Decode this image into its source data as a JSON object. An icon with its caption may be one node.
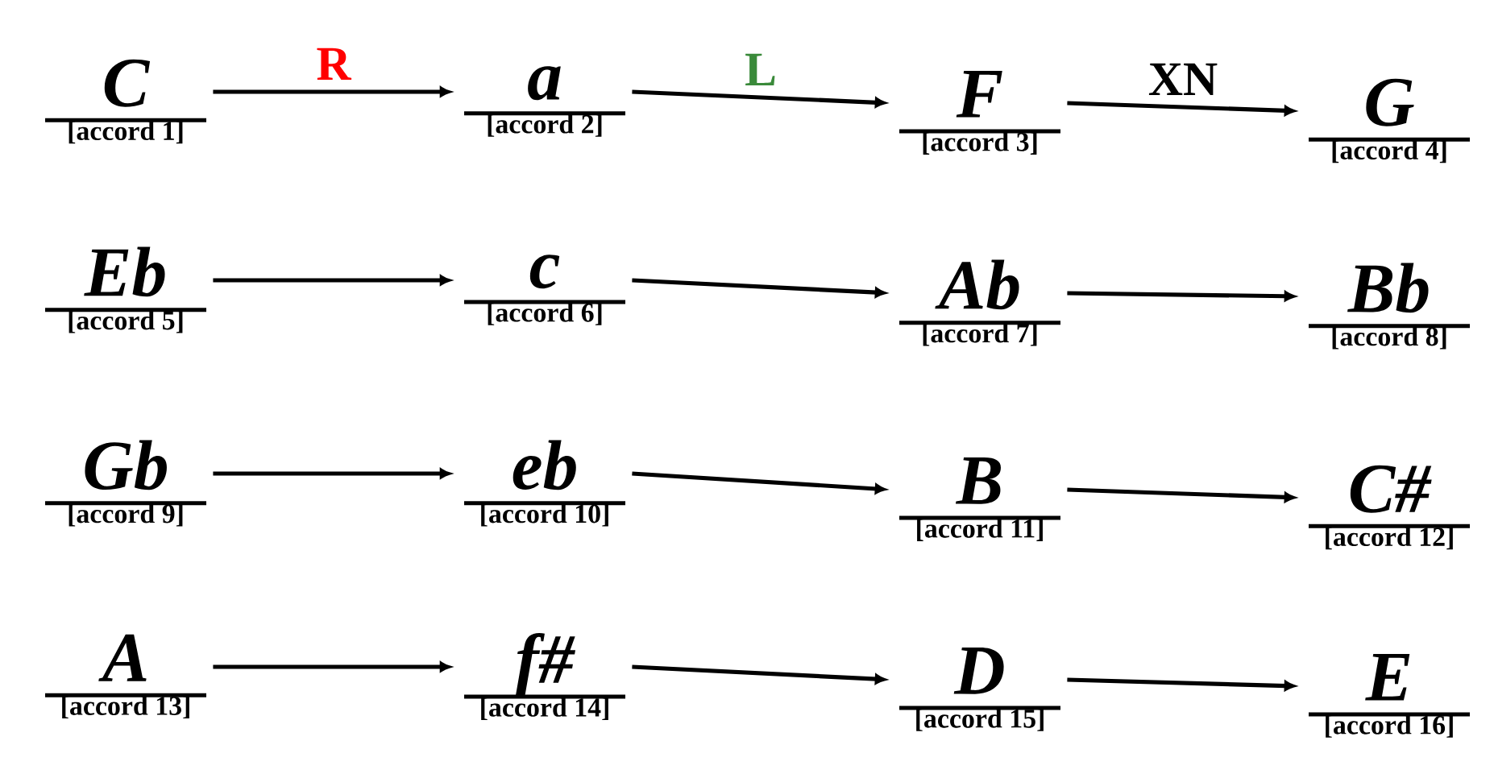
{
  "diagram": {
    "nodes": [
      {
        "text": [
          "C",
          "[accord 1]"
        ]
      },
      {
        "text": [
          "a",
          "[accord 2]"
        ]
      },
      {
        "text": [
          "F",
          "[accord 3]"
        ]
      },
      {
        "text": [
          "G",
          "[accord 4]"
        ]
      },
      {
        "text": [
          "Eb",
          "[accord 5]"
        ]
      },
      {
        "text": [
          "c",
          "[accord 6]"
        ]
      },
      {
        "text": [
          "Ab",
          "[accord 7]"
        ]
      },
      {
        "text": [
          "Bb",
          "[accord 8]"
        ]
      },
      {
        "text": [
          "Gb",
          "[accord 9]"
        ]
      },
      {
        "text": [
          "eb",
          "[accord 10]"
        ]
      },
      {
        "text": [
          "B",
          "[accord 11]"
        ]
      },
      {
        "text": [
          "C#",
          "[accord 12]"
        ]
      },
      {
        "text": [
          "A",
          "[accord 13]"
        ]
      },
      {
        "text": [
          "f#",
          "[accord 14]"
        ]
      },
      {
        "text": [
          "D",
          "[accord 15]"
        ]
      },
      {
        "text": [
          "E",
          "[accord 16]"
        ]
      }
    ],
    "edges": [
      {
        "from": 0,
        "to": 1,
        "arrow": "to",
        "label": "R"
      },
      {
        "from": 1,
        "to": 2,
        "arrow": "to",
        "label": "L"
      },
      {
        "from": 2,
        "to": 3,
        "arrow": "to",
        "label": "XN"
      },
      {
        "from": 4,
        "to": 5,
        "arrow": "to"
      },
      {
        "from": 5,
        "to": 6,
        "arrow": "to"
      },
      {
        "from": 6,
        "to": 7,
        "arrow": "to"
      },
      {
        "from": 8,
        "to": 9,
        "arrow": "to"
      },
      {
        "from": 9,
        "to": 10,
        "arrow": "to"
      },
      {
        "from": 10,
        "to": 11,
        "arrow": "to"
      },
      {
        "from": 12,
        "to": 13,
        "arrow": "to"
      },
      {
        "from": 13,
        "to": 14,
        "arrow": "to"
      },
      {
        "from": 14,
        "to": 15,
        "arrow": "to"
      }
    ]
  }
}
